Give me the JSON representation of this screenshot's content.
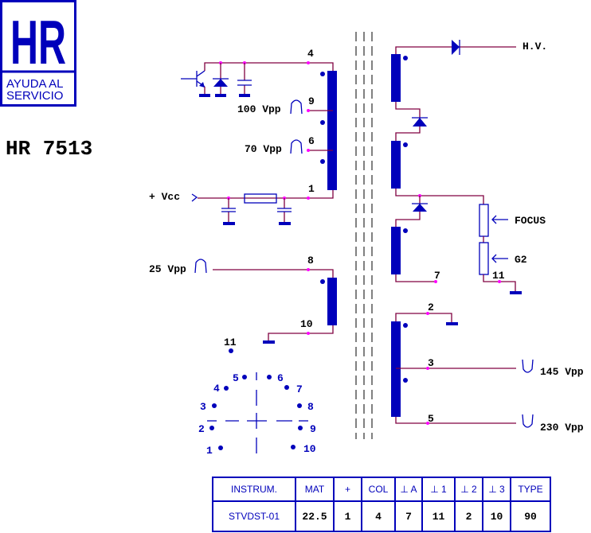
{
  "logo": {
    "mark": "HR",
    "line1": "AYUDA AL",
    "line2": "SERVICIO"
  },
  "title": "HR 7513",
  "primary": {
    "pin4": "4",
    "pin9": "9",
    "pin9_signal": "100 Vpp",
    "pin6": "6",
    "pin6_signal": "70 Vpp",
    "pin1": "1",
    "vcc": "+ Vcc"
  },
  "drive": {
    "pin8": "8",
    "signal": "25 Vpp",
    "pin10": "10"
  },
  "secondary": {
    "hv": "H.V.",
    "focus": "FOCUS",
    "g2": "G2",
    "pin11": "11",
    "pin7": "7",
    "pin2": "2",
    "pin3": "3",
    "pin3_signal": "145 Vpp",
    "pin5": "5",
    "pin5_signal": "230 Vpp"
  },
  "socket": {
    "pins": [
      "1",
      "2",
      "3",
      "4",
      "5",
      "6",
      "7",
      "8",
      "9",
      "10",
      "11"
    ]
  },
  "table": {
    "headers": [
      "INSTRUM.",
      "MAT",
      "+",
      "COL",
      "⊥ A",
      "⊥ 1",
      "⊥ 2",
      "⊥ 3",
      "TYPE"
    ],
    "values": [
      "STVDST-01",
      "22.5",
      "1",
      "4",
      "7",
      "11",
      "2",
      "10",
      "90"
    ]
  },
  "colors": {
    "blue": "#0000bb",
    "wire": "#800040",
    "node": "#ff00ff"
  }
}
